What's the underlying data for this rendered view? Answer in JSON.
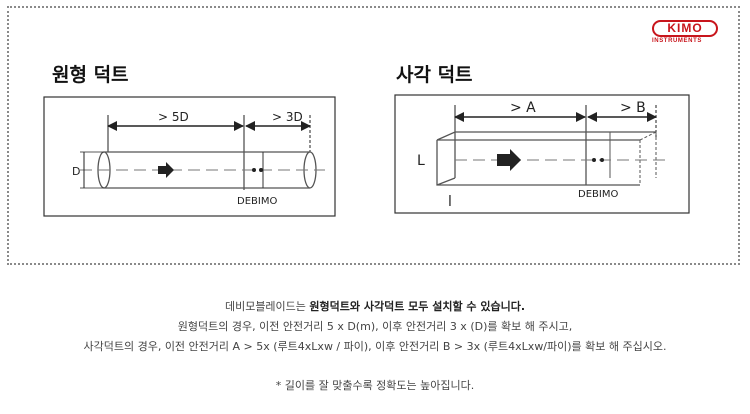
{
  "logo": {
    "brand": "KIMO",
    "sub": "INSTRUMENTS"
  },
  "round": {
    "title": "원형 덕트",
    "dim_upstream": "> 5D",
    "dim_downstream": "> 3D",
    "diameter_label": "D",
    "device_label": "DEBIMO"
  },
  "rect": {
    "title": "사각 덕트",
    "dim_upstream": "> A",
    "dim_downstream": "> B",
    "height_label": "L",
    "width_label": "l",
    "device_label": "DEBIMO"
  },
  "caption": {
    "line1_pre": "데비모블레이드는 ",
    "line1_bold": "원형덕트와 사각덕트 모두 설치할 수 있습니다.",
    "line2": "원형덕트의 경우, 이전 안전거리 5 x D(m), 이후 안전거리 3 x (D)를 확보 해 주시고,",
    "line3": "사각덕트의 경우, 이전 안전거리 A > 5x (루트4xLxw / 파이), 이후 안전거리 B > 3x (루트4xLxw/파이)를 확보 해 주십시오.",
    "note": "* 길이를 잘 맞출수록 정확도는 높아집니다."
  },
  "colors": {
    "brand": "#c8151c",
    "line": "#222222"
  }
}
